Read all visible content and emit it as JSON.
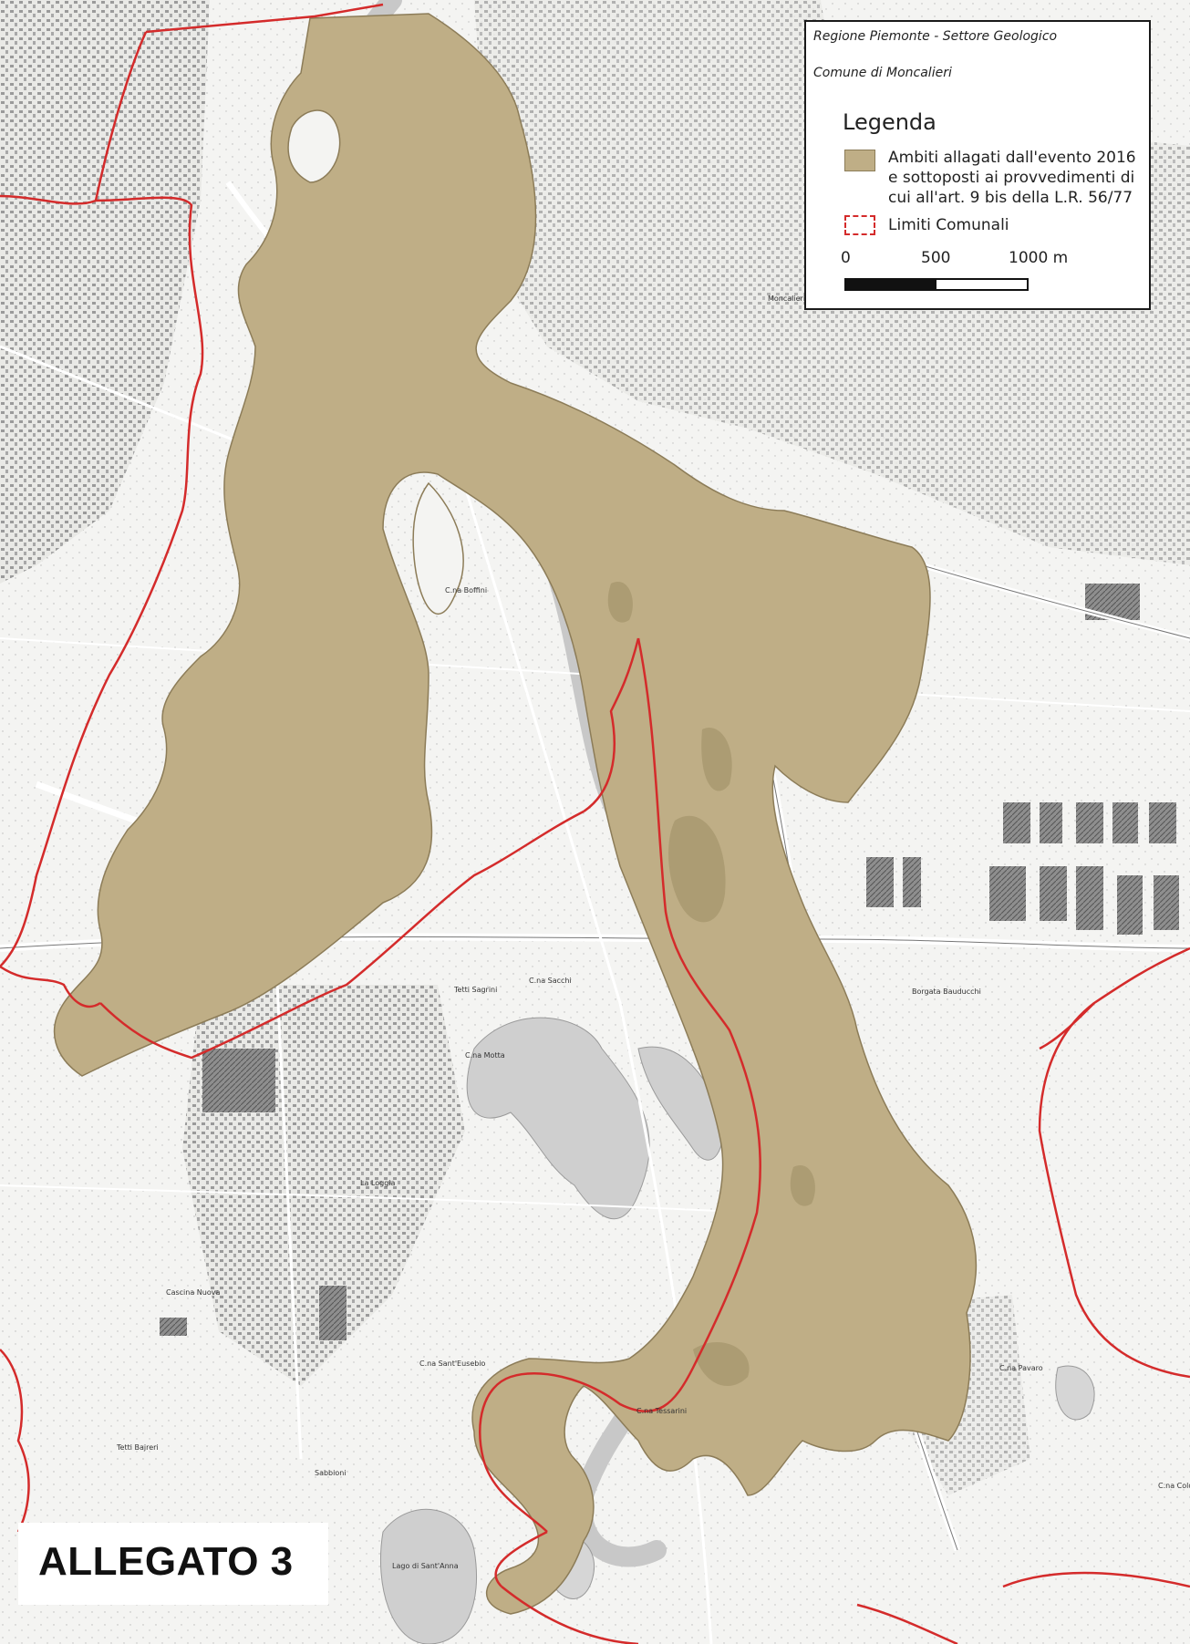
{
  "legend": {
    "header_region": "Regione Piemonte - Settore Geologico",
    "header_comune": "Comune di Moncalieri",
    "title": "Legenda",
    "items": [
      {
        "label": "Ambiti allagati dall'evento 2016 e sottoposti ai provvedimenti di cui all'art. 9 bis della L.R. 56/77",
        "symbol": "fill",
        "color": "#bfae86"
      },
      {
        "label": "Limiti Comunali",
        "symbol": "dashed-line",
        "color": "#d42b2b"
      }
    ],
    "scale": {
      "labels": [
        "0",
        "500",
        "1000 m"
      ]
    }
  },
  "map_title": "ALLEGATO 3",
  "places": [
    "Moncalieri",
    "La Loggia",
    "C.na Boffini",
    "Tetti Sagrini",
    "C.na Sacchi",
    "C.na Motta",
    "C.na Tessarini",
    "Lago di Sant'Anna",
    "C.na Pavaro",
    "Cascina Nuova",
    "Sabbioni",
    "Tetti Bajreri",
    "C.na Sant'Eusebio",
    "Borgata Bauducchi",
    "C.na Colombaro"
  ],
  "colors": {
    "flood_fill": "#bfae86",
    "flood_outline": "#8c7c58",
    "boundary": "#d42b2b",
    "lake": "#cfcfcf",
    "road": "#ffffff",
    "building": "#6a6a6a"
  }
}
